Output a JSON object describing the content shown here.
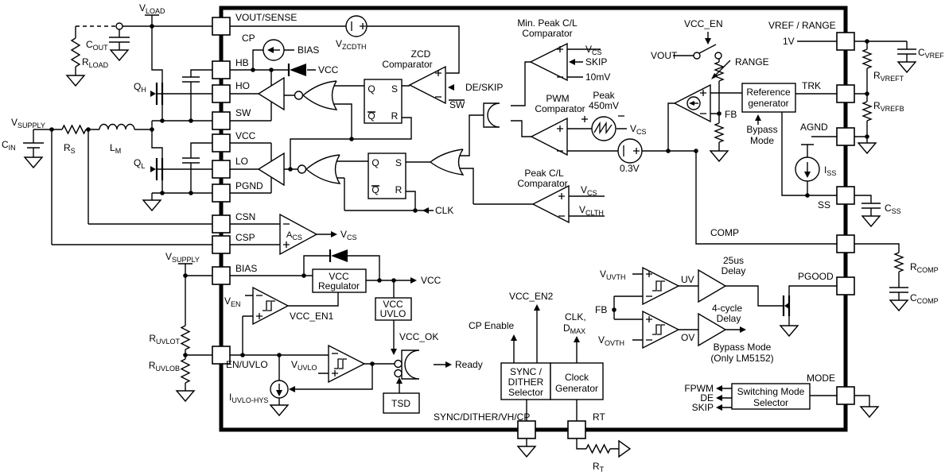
{
  "pins": {
    "vout_sense": "VOUT/SENSE",
    "hb": "HB",
    "ho": "HO",
    "sw": "SW",
    "vcc": "VCC",
    "lo": "LO",
    "pgnd": "PGND",
    "csn": "CSN",
    "csp": "CSP",
    "bias": "BIAS",
    "en_uvlo": "EN/UVLO",
    "vref_range": "VREF / RANGE",
    "trk": "TRK",
    "agnd": "AGND",
    "ss": "SS",
    "comp": "COMP",
    "pgood": "PGOOD",
    "mode": "MODE",
    "sync": "SYNC/DITHER/VH/CP",
    "rt": "RT"
  },
  "refs": {
    "v_load_b": "V",
    "v_load_s": "LOAD",
    "c_out_b": "C",
    "c_out_s": "OUT",
    "r_load_b": "R",
    "r_load_s": "LOAD",
    "v_supply_b": "V",
    "v_supply_s": "SUPPLY",
    "c_in_b": "C",
    "c_in_s": "IN",
    "r_s_b": "R",
    "r_s_s": "S",
    "l_m_b": "L",
    "l_m_s": "M",
    "q_h_b": "Q",
    "q_h_s": "H",
    "q_l_b": "Q",
    "q_l_s": "L",
    "r_uvlot_b": "R",
    "r_uvlot_s": "UVLOT",
    "r_uvlob_b": "R",
    "r_uvlob_s": "UVLOB",
    "c_vref_b": "C",
    "c_vref_s": "VREF",
    "r_vreft_b": "R",
    "r_vreft_s": "VREFT",
    "r_vrefb_b": "R",
    "r_vrefb_s": "VREFB",
    "c_ss_b": "C",
    "c_ss_s": "SS",
    "r_comp_b": "R",
    "r_comp_s": "COMP",
    "c_comp_b": "C",
    "c_comp_s": "COMP",
    "r_t_b": "R",
    "r_t_s": "T"
  },
  "sig": {
    "cp": "CP",
    "bias": "BIAS",
    "vcc": "VCC",
    "v_zcdth_b": "V",
    "v_zcdth_s": "ZCDTH",
    "zcd1": "ZCD",
    "zcd2": "Comparator",
    "de_skip": "DE/SKIP",
    "sw_bar": "SW",
    "clk": "CLK",
    "minpk1": "Min. Peak C/L",
    "minpk2": "Comparator",
    "v_cs_b": "V",
    "v_cs_s": "CS",
    "skip": "SKIP",
    "mv10": "10mV",
    "pwm1": "PWM",
    "pwm2": "Comparator",
    "peak1": "Peak",
    "peak2": "450mV",
    "v03": "0.3V",
    "pkcl1": "Peak C/L",
    "pkcl2": "Comparator",
    "v_clth_b": "V",
    "v_clth_s": "CLTH",
    "a_cs_b": "A",
    "a_cs_s": "CS",
    "vcc_en": "VCC_EN",
    "vout": "VOUT",
    "range": "RANGE",
    "fb": "FB",
    "ref1": "Reference",
    "ref2": "generator",
    "byp1": "Bypass",
    "byp2": "Mode",
    "v1": "1V",
    "i_ss_b": "I",
    "i_ss_s": "SS",
    "v_en_b": "V",
    "v_en_s": "EN",
    "vcc_en1": "VCC_EN1",
    "reg1": "VCC",
    "reg2": "Regulator",
    "uvlo1": "VCC",
    "uvlo2": "UVLO",
    "vcc_ok": "VCC_OK",
    "tsd": "TSD",
    "ready": "Ready",
    "v_uvlo_b": "V",
    "v_uvlo_s": "UVLO",
    "i_uvlo_b": "I",
    "i_uvlo_s": "UVLO-HYS",
    "cp_enable": "CP Enable",
    "vcc_en2": "VCC_EN2",
    "clk2": "CLK,",
    "d_max_b": "D",
    "d_max_s": "MAX",
    "sync1": "SYNC /",
    "sync2": "DITHER",
    "sync3": "Selector",
    "clkgen1": "Clock",
    "clkgen2": "Generator",
    "v_uvth_b": "V",
    "v_uvth_s": "UVTH",
    "v_ovth_b": "V",
    "v_ovth_s": "OVTH",
    "uv": "UV",
    "ov": "OV",
    "d25a": "25us",
    "d25b": "Delay",
    "d4a": "4-cycle",
    "d4b": "Delay",
    "bypm1": "Bypass Mode",
    "bypm2": "(Only LM5152)",
    "sws1": "Switching Mode",
    "sws2": "Selector",
    "fpwm": "FPWM",
    "de": "DE",
    "skip2": "SKIP",
    "q": "Q",
    "s": "S",
    "qb": "Q",
    "r": "R"
  },
  "colors": {
    "ink": "#000000",
    "background": "#ffffff"
  }
}
